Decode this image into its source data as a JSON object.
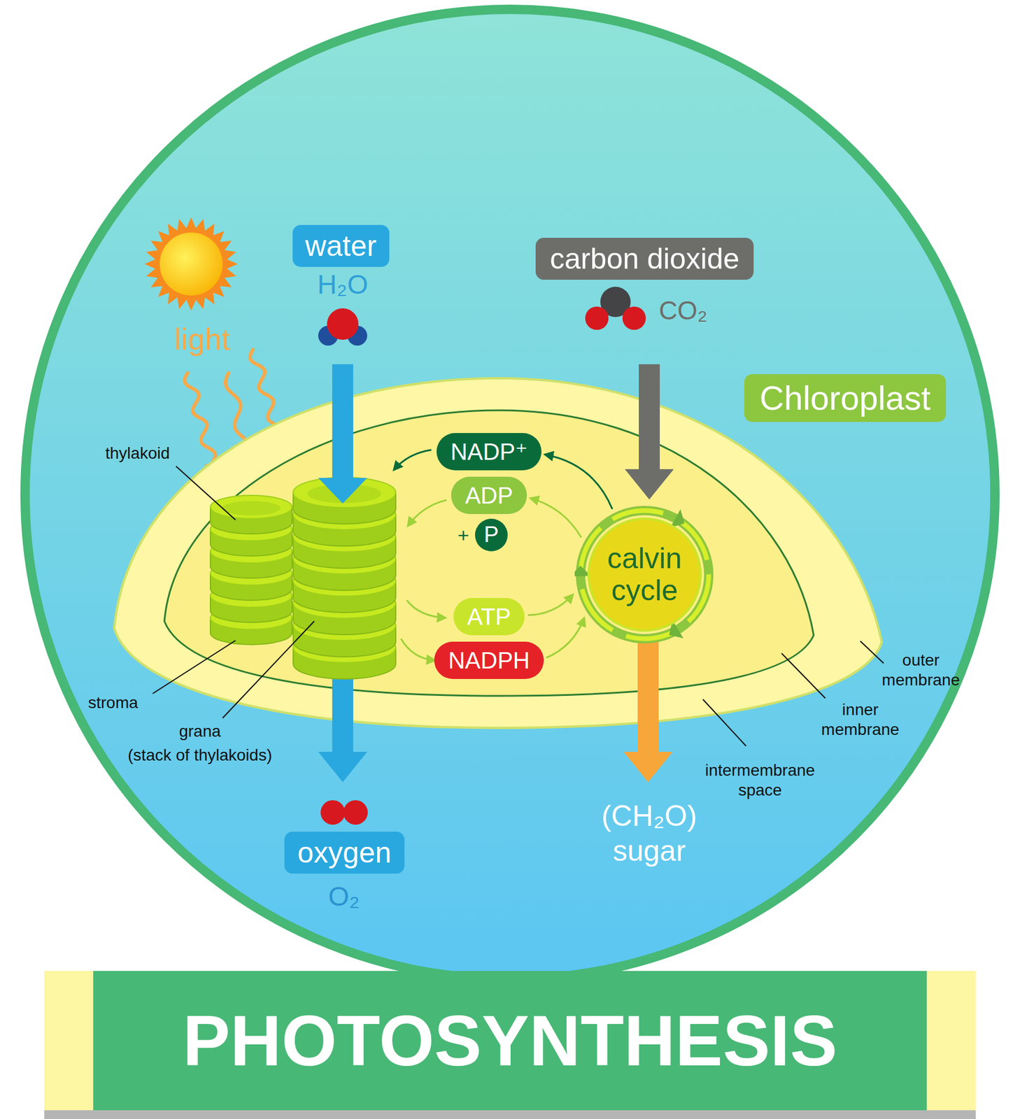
{
  "diagram": {
    "title": "PHOTOSYNTHESIS",
    "nodes": [
      {
        "text": [
          "water"
        ]
      },
      {
        "text": [
          "carbon dioxide"
        ]
      },
      {
        "text": [
          "Chloroplast"
        ]
      },
      {
        "text": [
          "NADP⁺"
        ]
      },
      {
        "text": [
          "ADP"
        ]
      },
      {
        "text": [
          "P"
        ]
      },
      {
        "text": [
          "calvin cycle"
        ]
      },
      {
        "text": [
          "ATP"
        ]
      },
      {
        "text": [
          "NADPH"
        ]
      },
      {
        "text": [
          "oxygen"
        ]
      }
    ],
    "edges": [
      {
        "from": 6,
        "to": 3,
        "arrow": "to"
      },
      {
        "from": 6,
        "to": 4,
        "arrow": "to"
      },
      {
        "from": 7,
        "to": 6,
        "arrow": "to"
      },
      {
        "from": 8,
        "to": 6,
        "arrow": "to"
      }
    ],
    "labels": [
      "light",
      "H₂O",
      "CO₂",
      "thylakoid",
      "+",
      "stroma",
      "grana",
      "(stack of thylakoids)",
      "outer membrane",
      "inner membrane",
      "intermembrane space",
      "O₂",
      "(CH₂O) sugar"
    ]
  }
}
